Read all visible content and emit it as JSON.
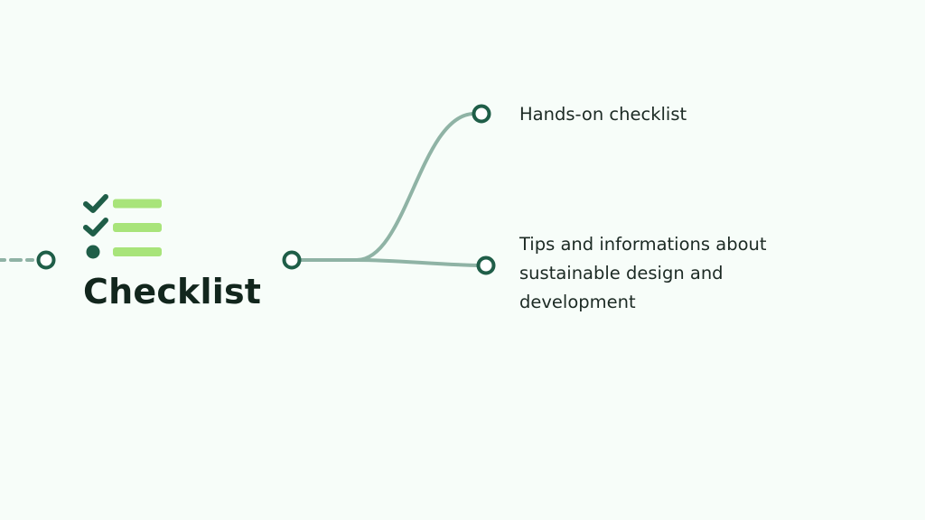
{
  "title": "Checklist",
  "branches": [
    {
      "label": "Hands-on checklist"
    },
    {
      "label": "Tips and informations about sustainable design and development"
    }
  ],
  "icons": {
    "main": "checklist-icon"
  },
  "colors": {
    "background": "#f7fdf9",
    "node_stroke": "#1f5e48",
    "line": "#8fb3a5",
    "check": "#1f5e48",
    "bar": "#a8e47a",
    "title": "#12261d"
  }
}
